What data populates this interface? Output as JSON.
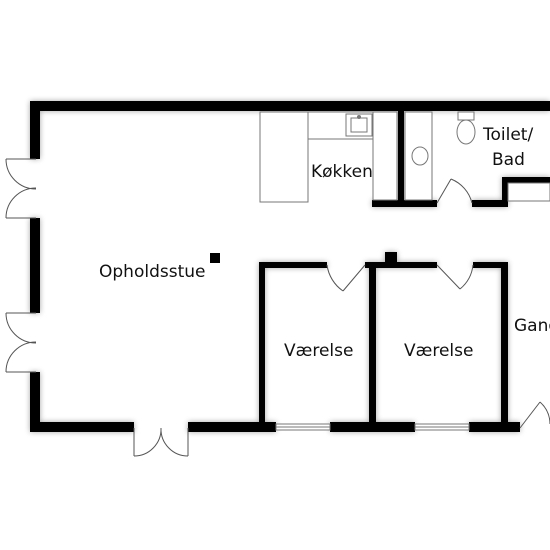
{
  "plan": {
    "rooms": [
      {
        "id": "living",
        "label": "Opholdsstue"
      },
      {
        "id": "kitchen",
        "label": "Køkken"
      },
      {
        "id": "bath_1",
        "label": "Toilet/"
      },
      {
        "id": "bath_2",
        "label": "Bad"
      },
      {
        "id": "room_a",
        "label": "Værelse"
      },
      {
        "id": "room_b",
        "label": "Værelse"
      },
      {
        "id": "hall",
        "label": "Gang"
      }
    ],
    "colors": {
      "wall": "#000000",
      "fixture": "#777777",
      "door": "#555555",
      "text": "#111111"
    }
  }
}
